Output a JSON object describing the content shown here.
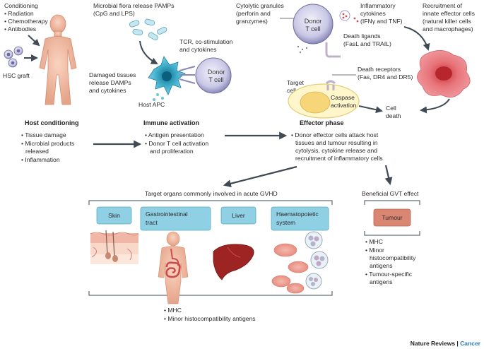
{
  "conditioning": {
    "title": "Conditioning",
    "items": [
      "• Radiation",
      "• Chemotherapy",
      "• Antibodies"
    ],
    "hsc_graft": "HSC graft"
  },
  "pamps": {
    "line1": "Microbial flora release PAMPs",
    "line2": "(CpG and LPS)"
  },
  "damps": {
    "line1": "Damaged tissues",
    "line2": "release DAMPs",
    "line3": "and cytokines"
  },
  "tcr": {
    "line1": "TCR, co-stimulation",
    "line2": "and cytokines"
  },
  "host_apc": "Host APC",
  "donor_t_cell": {
    "line1": "Donor",
    "line2": "T cell"
  },
  "cytolytic": {
    "line1": "Cytolytic granules",
    "line2": "(perforin and",
    "line3": "granzymes)"
  },
  "inflammatory": {
    "line1": "Inflammatory",
    "line2": "cytokines",
    "line3": "(IFNγ and TNF)"
  },
  "death_ligands": {
    "line1": "Death ligands",
    "line2": "(FasL and TRAIL)"
  },
  "recruitment": {
    "line1": "Recruitment of",
    "line2": "innate effector cells",
    "line3": "(natural killer cells",
    "line4": "and macrophages)"
  },
  "death_receptors": {
    "line1": "Death receptors",
    "line2": "(Fas, DR4 and DR5)"
  },
  "target_cell": {
    "line1": "Target",
    "line2": "cell"
  },
  "caspase": {
    "line1": "Caspase",
    "line2": "activation"
  },
  "cell_death": {
    "line1": "Cell",
    "line2": "death"
  },
  "stages": {
    "host_conditioning": {
      "title": "Host conditioning",
      "items": [
        "• Tissue damage",
        "• Microbial products",
        "released",
        "• Inflammation"
      ]
    },
    "immune_activation": {
      "title": "Immune activation",
      "items": [
        "• Antigen presentation",
        "• Donor T cell activation",
        "and proliferation"
      ]
    },
    "effector_phase": {
      "title": "Effector phase",
      "items": [
        "• Donor effector cells attack host",
        "tissues and tumour resulting in",
        "cytolysis, cytokine release and",
        "recruitment of inflammatory cells"
      ]
    }
  },
  "target_organs": {
    "title": "Target organs commonly involved in acute GVHD",
    "organs": [
      "Skin",
      "Gastrointestinal",
      "tract",
      "Liver",
      "Haematopoietic",
      "system"
    ],
    "items": [
      "• MHC",
      "• Minor histocompatibility antigens"
    ]
  },
  "gvt": {
    "title": "Beneficial GVT effect",
    "tumour": "Tumour",
    "items": [
      "• MHC",
      "• Minor",
      "histocompatibility",
      "antigens",
      "• Tumour-specific",
      "antigens"
    ]
  },
  "footer": {
    "journal": "Nature Reviews",
    "separator": " | ",
    "section": "Cancer"
  },
  "colors": {
    "box_blue": "#8fd0e4",
    "tumour_box": "#d98773",
    "arrow": "#3f4a55",
    "t_cell": "#c7c6e3"
  }
}
